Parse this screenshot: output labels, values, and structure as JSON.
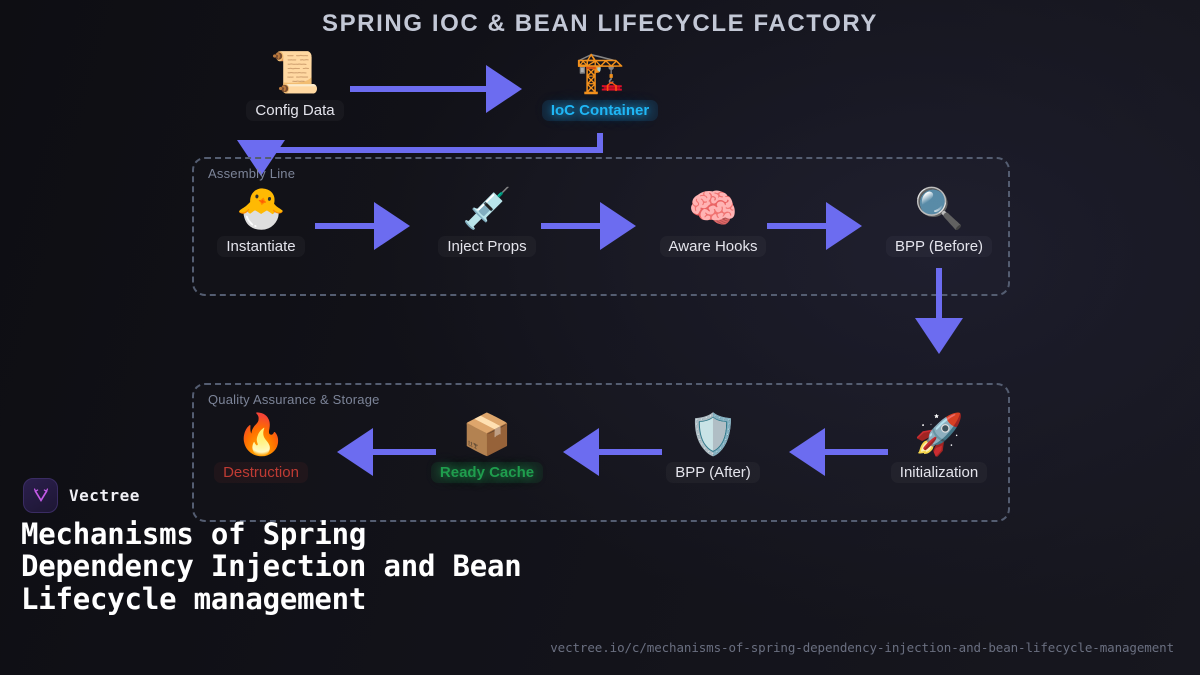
{
  "title": "SPRING IOC & BEAN LIFECYCLE FACTORY",
  "colors": {
    "background": "#111118",
    "arrow": "#6c6cf0",
    "group_border": "#545d71",
    "accent_cyan": "#1fb6f5",
    "accent_green": "#1f9d4d",
    "accent_red": "#bf3b33",
    "title_text": "#c3c8d6",
    "node_text": "#e4e4ec"
  },
  "top_row": {
    "config": {
      "label": "Config Data",
      "icon": "scroll-icon",
      "glyph": "📜"
    },
    "container": {
      "label": "IoC Container",
      "icon": "crane-icon",
      "glyph": "🏗️"
    }
  },
  "groups": {
    "assembly": {
      "label": "Assembly Line",
      "nodes": [
        {
          "label": "Instantiate",
          "icon": "hatching-chick-icon",
          "glyph": "🐣"
        },
        {
          "label": "Inject Props",
          "icon": "syringe-icon",
          "glyph": "💉"
        },
        {
          "label": "Aware Hooks",
          "icon": "brain-icon",
          "glyph": "🧠"
        },
        {
          "label": "BPP (Before)",
          "icon": "magnifying-glass-icon",
          "glyph": "🔍"
        }
      ]
    },
    "qa": {
      "label": "Quality Assurance & Storage",
      "nodes": [
        {
          "label": "Destruction",
          "icon": "fire-icon",
          "glyph": "🔥"
        },
        {
          "label": "Ready Cache",
          "icon": "package-icon",
          "glyph": "📦"
        },
        {
          "label": "BPP (After)",
          "icon": "shield-icon",
          "glyph": "🛡️"
        },
        {
          "label": "Initialization",
          "icon": "rocket-icon",
          "glyph": "🚀"
        }
      ]
    }
  },
  "brand": {
    "name": "Vectree",
    "logo_icon": "vectree-logo-icon"
  },
  "headline": "Mechanisms of Spring Dependency Injection and Bean Lifecycle management",
  "footer_url": "vectree.io/c/mechanisms-of-spring-dependency-injection-and-bean-lifecycle-management"
}
